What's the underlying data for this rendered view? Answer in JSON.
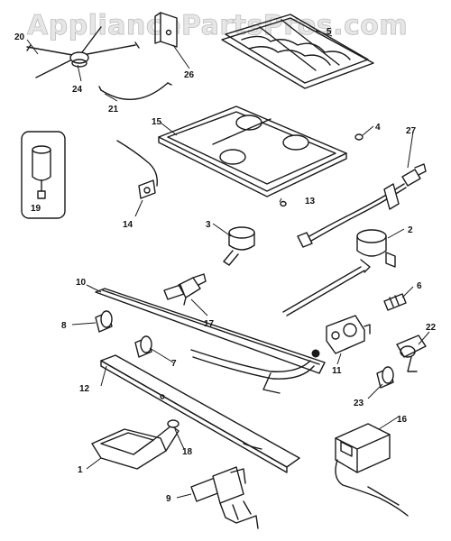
{
  "watermark": "AppliancePartsPros.com",
  "callouts": {
    "c1": "1",
    "c2": "2",
    "c3": "3",
    "c4": "4",
    "c5": "5",
    "c6": "6",
    "c7": "7",
    "c8": "8",
    "c9": "9",
    "c10": "10",
    "c11": "11",
    "c12": "12",
    "c13": "13",
    "c14": "14",
    "c15": "15",
    "c16": "16",
    "c17": "17",
    "c18": "18",
    "c19": "19",
    "c20": "20",
    "c21": "21",
    "c22": "22",
    "c23": "23",
    "c24": "24",
    "c26": "26",
    "c27": "27"
  }
}
